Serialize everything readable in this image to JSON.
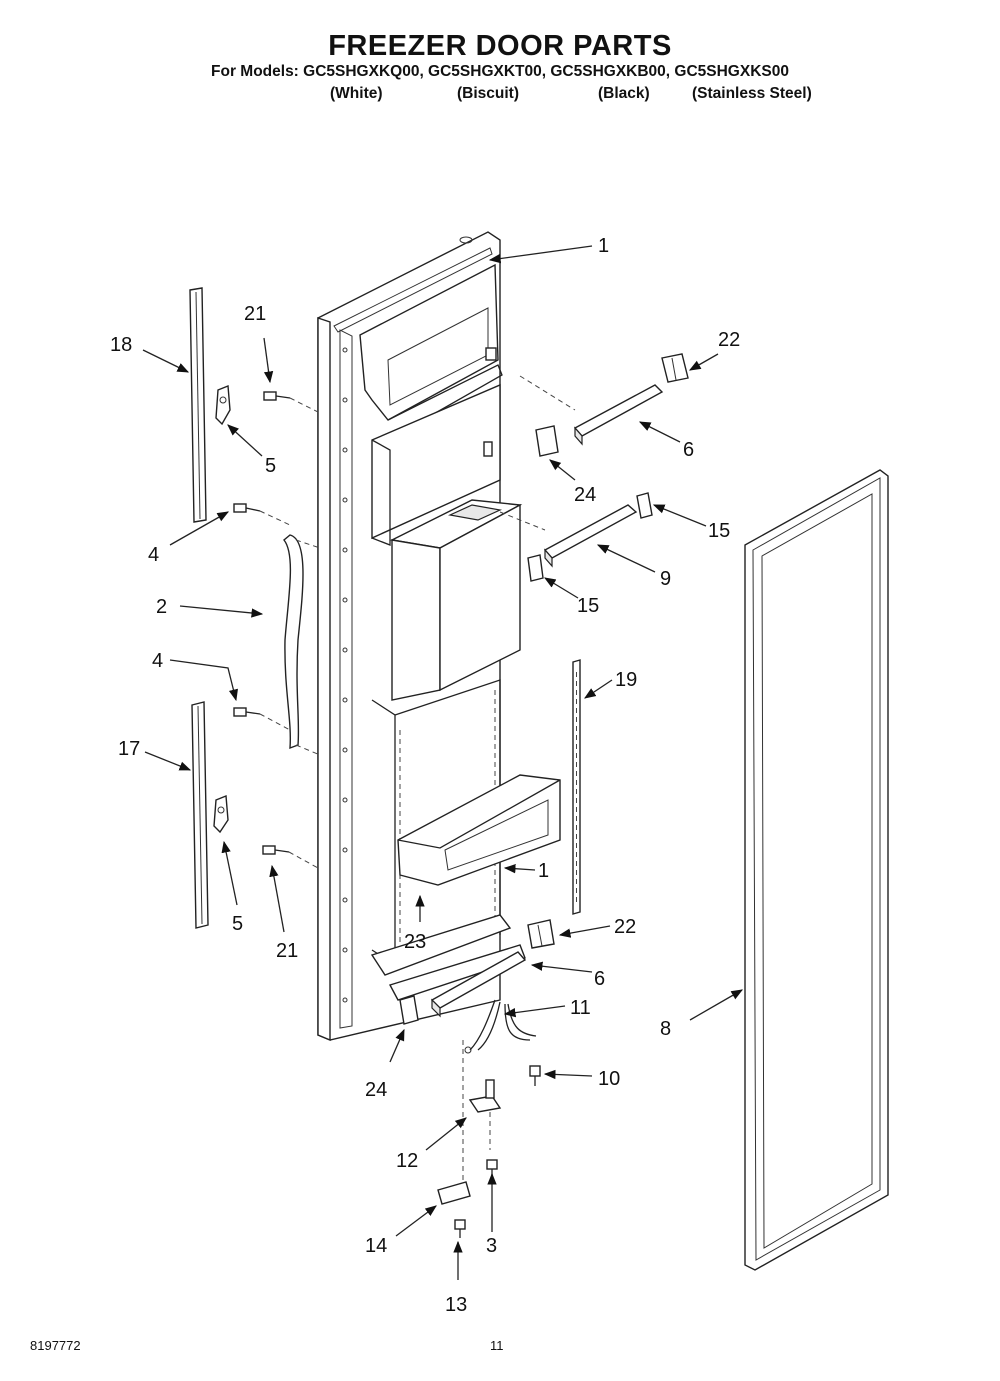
{
  "header": {
    "title": "FREEZER DOOR PARTS",
    "models_line": "For Models: GC5SHGXKQ00, GC5SHGXKT00, GC5SHGXKB00, GC5SHGXKS00",
    "variants": [
      "(White)",
      "(Biscuit)",
      "(Black)",
      "(Stainless Steel)"
    ]
  },
  "footer": {
    "doc_number": "8197772",
    "page_number": "11"
  },
  "callouts": [
    {
      "id": "c1a",
      "text": "1"
    },
    {
      "id": "c1b",
      "text": "1"
    },
    {
      "id": "c2",
      "text": "2"
    },
    {
      "id": "c3",
      "text": "3"
    },
    {
      "id": "c4a",
      "text": "4"
    },
    {
      "id": "c4b",
      "text": "4"
    },
    {
      "id": "c5a",
      "text": "5"
    },
    {
      "id": "c5b",
      "text": "5"
    },
    {
      "id": "c6a",
      "text": "6"
    },
    {
      "id": "c6b",
      "text": "6"
    },
    {
      "id": "c8",
      "text": "8"
    },
    {
      "id": "c9",
      "text": "9"
    },
    {
      "id": "c10",
      "text": "10"
    },
    {
      "id": "c11",
      "text": "11"
    },
    {
      "id": "c12",
      "text": "12"
    },
    {
      "id": "c13",
      "text": "13"
    },
    {
      "id": "c14",
      "text": "14"
    },
    {
      "id": "c15a",
      "text": "15"
    },
    {
      "id": "c15b",
      "text": "15"
    },
    {
      "id": "c17",
      "text": "17"
    },
    {
      "id": "c18",
      "text": "18"
    },
    {
      "id": "c19",
      "text": "19"
    },
    {
      "id": "c21a",
      "text": "21"
    },
    {
      "id": "c21b",
      "text": "21"
    },
    {
      "id": "c22a",
      "text": "22"
    },
    {
      "id": "c22b",
      "text": "22"
    },
    {
      "id": "c23",
      "text": "23"
    },
    {
      "id": "c24a",
      "text": "24"
    },
    {
      "id": "c24b",
      "text": "24"
    }
  ]
}
